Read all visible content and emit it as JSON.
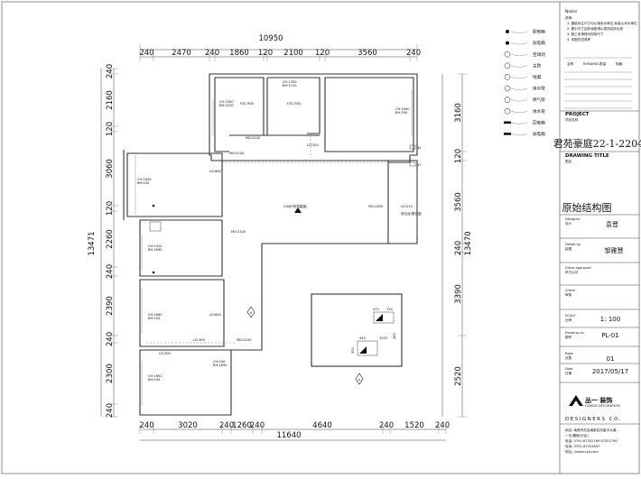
{
  "plan": {
    "top_total": "10950",
    "top_dims": [
      "240",
      "2470",
      "240",
      "1860",
      "120",
      "2100",
      "120",
      "3560",
      "240"
    ],
    "bottom_dims": [
      "240",
      "3020",
      "240",
      "1260",
      "240",
      "4640",
      "240",
      "1520",
      "240"
    ],
    "bottom_total": "11640",
    "left_total": "13471",
    "left_dims": [
      "240",
      "2160",
      "120",
      "3060",
      "120",
      "2260",
      "240",
      "2390",
      "240",
      "2300",
      "240"
    ],
    "right_total": "13470",
    "right_dims": [
      "3160",
      "120",
      "3560",
      "240",
      "3390",
      "2520"
    ],
    "rooms": [
      {
        "label": "CH:3350\nBH:2100",
        "note": ""
      },
      {
        "label": "CH:1350\nBH:1100",
        "note": ""
      },
      {
        "label": "CH:1650\nBH:350",
        "note": ""
      },
      {
        "label": "CH:1650\nBH:540",
        "note": ""
      },
      {
        "label": "CH:1520\nBH:1690",
        "note": ""
      },
      {
        "label": "CH:1660\nBH:530",
        "note": ""
      },
      {
        "label": "CH:1650\nBH:530",
        "note": ""
      }
    ],
    "texts": {
      "ftz1": "FZC:900",
      "ftz2": "FZC:900",
      "md1": "MD:2100",
      "ld1": "LD:350",
      "ld2": "LD:800",
      "md2": "MD:2100",
      "md3": "MD:2100",
      "ld3": "LD:800",
      "ld4": "LD:300",
      "md4": "MD:2100",
      "ld5": "LD:300",
      "md5": "MD:2400",
      "ld6": "LD:510",
      "hood": "(2600吊顶高度)",
      "shop": "西瓜台/推拉窗",
      "gg1": "42",
      "gg2": "47",
      "s1": "470",
      "s2": "720",
      "s3": "440",
      "s4": "1520",
      "s5": "350",
      "s6": "440",
      "s7": "240"
    }
  },
  "legend": {
    "items": [
      "配电箱",
      "弱电箱",
      "空调洞",
      "主管",
      "地漏",
      "排水管",
      "燃气管",
      "进水管",
      "回电箱",
      "弱电箱"
    ]
  },
  "notes": {
    "heading": "Notes",
    "line0": "说明:",
    "lines": [
      "1. 图纸标注尺寸均以毫米为单位,标高以米为单位",
      "2. 图中尺寸如有误差请以现场实际为准",
      "3. 施工前请核对现场尺寸",
      "4. 本图仅供参考"
    ],
    "small_rows": [
      "名称",
      "REMARKS",
      "数量",
      "规格"
    ]
  },
  "title_block": {
    "project_label": "PROJECT",
    "project_sub": "项目名称",
    "project_name": "君苑豪庭22-1-2204",
    "drawing_title_label": "DRAWING TITLE",
    "drawing_title_sub": "图名",
    "drawing_title": "原始结构图",
    "designer_label": "Designer",
    "designer_sub": "设计",
    "designer": "袁晋",
    "drawn_label": "Drawn by",
    "drawn_sub": "绘图",
    "drawn": "邹雅慧",
    "approved_label": "Client approved",
    "approved_sub": "甲方认可",
    "check_label": "Check",
    "check_sub": "审核",
    "scale_label": "SCALE",
    "scale_sub": "比例",
    "scale": "1: 100",
    "drawing_no_label": "Drawing no.",
    "drawing_no_sub": "图号",
    "drawing_no": "PL-01",
    "page_label": "Page",
    "page_sub": "页数",
    "page": "01",
    "date_label": "Date",
    "date_sub": "日期",
    "date": "2017/05/17",
    "company": "丛一 装饰",
    "company_en": "CONGYI DECORATION",
    "designers": "DESIGNERS CO.",
    "address_lines": [
      "地址: 南昌市红谷滩新区凤凰中大道…",
      "一中(鹏程)分店)",
      "电话: 0791-87352769  87352790",
      "传真: 0791-87352697",
      "网址: //www.cyd.com"
    ]
  },
  "colors": {
    "ink": "#111111",
    "line": "#333333",
    "paper": "#ffffff"
  }
}
